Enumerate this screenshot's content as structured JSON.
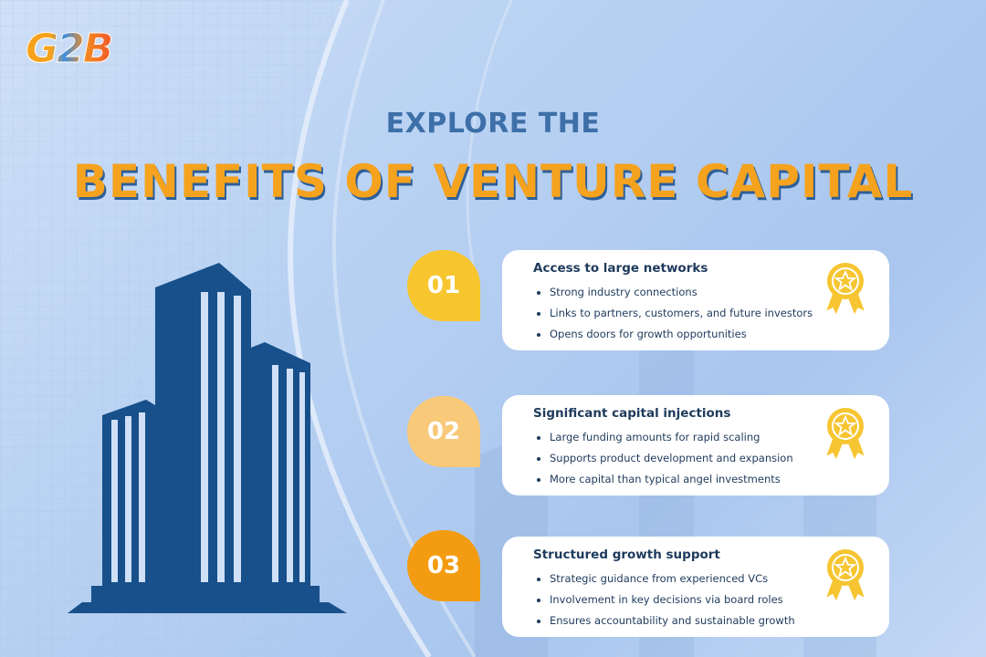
{
  "logo": {
    "text": "G2B"
  },
  "header": {
    "subtitle": "EXPLORE THE",
    "title": "BENEFITS OF VENTURE CAPITAL"
  },
  "colors": {
    "title_orange": "#f5a21e",
    "subtitle_blue": "#3d6fa8",
    "building_blue": "#17508a",
    "badge_1": "#f7c62f",
    "badge_2": "#f9c97a",
    "badge_3": "#f39c12",
    "medal_gold": "#f6c531",
    "card_text": "#1e3a5c"
  },
  "icons": [
    "building-icon",
    "medal-icon"
  ],
  "benefits": [
    {
      "number": "01",
      "title": "Access to large networks",
      "points": [
        "Strong industry connections",
        "Links to partners, customers, and future investors",
        "Opens doors for growth opportunities"
      ]
    },
    {
      "number": "02",
      "title": "Significant capital injections",
      "points": [
        "Large funding amounts for rapid scaling",
        "Supports product development and expansion",
        "More capital than typical angel investments"
      ]
    },
    {
      "number": "03",
      "title": "Structured growth support",
      "points": [
        "Strategic guidance from experienced VCs",
        "Involvement in key decisions via board roles",
        "Ensures accountability and sustainable growth"
      ]
    }
  ]
}
